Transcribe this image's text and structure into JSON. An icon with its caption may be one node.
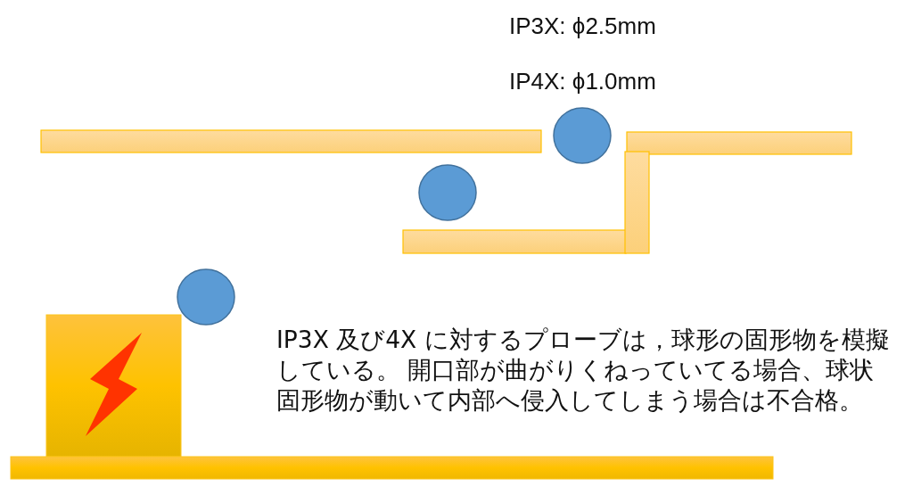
{
  "diagram": {
    "labels": [
      "IP3X: ϕ2.5mm",
      "IP4X: ϕ1.0mm",
      "IP3X 及び4X に対するプローブは，球形の固形物を模擬している。 開口部が曲がりくねっていてる場合、球状固形物が動いて内部へ侵入してしまう場合は不合格。"
    ]
  }
}
